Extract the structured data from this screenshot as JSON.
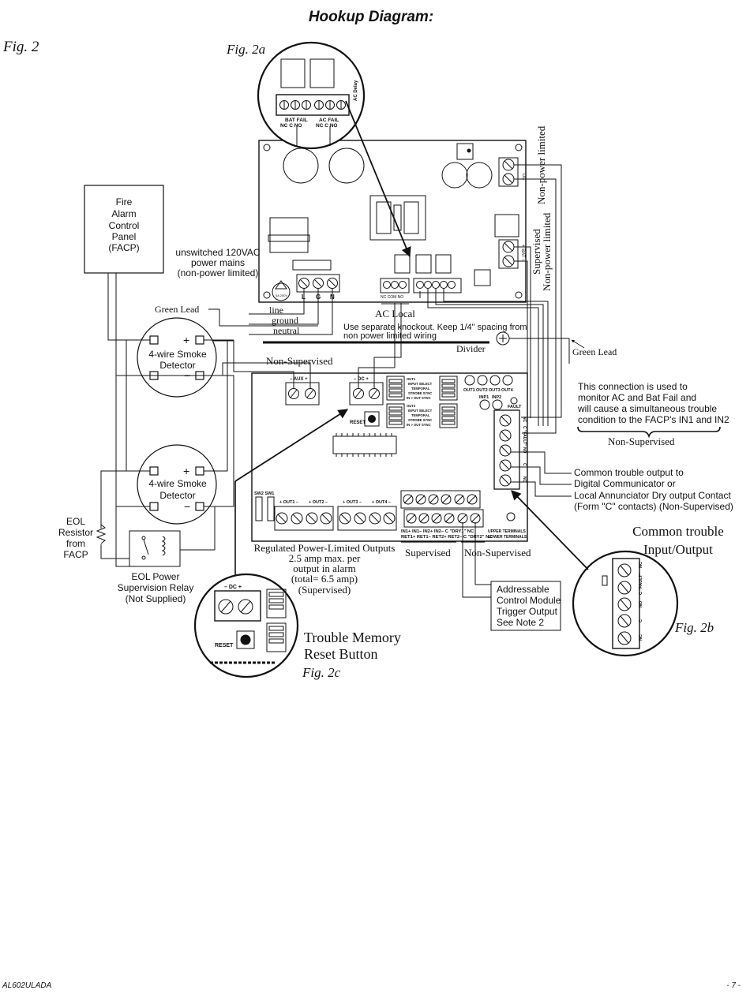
{
  "page": {
    "title": "Hookup Diagram:",
    "fig_main": "Fig. 2",
    "fig_2a": "Fig. 2a",
    "fig_2b": "Fig. 2b",
    "fig_2c": "Fig. 2c",
    "footer_left": "AL602ULADA",
    "footer_right": "- 7 -"
  },
  "labels": {
    "facp": [
      "Fire",
      "Alarm",
      "Control",
      "Panel",
      "(FACP)"
    ],
    "mains": [
      "unswitched 120VAC",
      "power mains",
      "(non-power limited)"
    ],
    "green_lead_left": "Green Lead",
    "green_lead_right": "Green Lead",
    "line": "line",
    "ground": "ground",
    "neutral": "neutral",
    "ac_local": "AC Local",
    "knockout": [
      "Use separate knockout. Keep 1/4\" spacing from",
      "non power limited wiring"
    ],
    "divider": "Divider",
    "non_supervised_top": "Non-Supervised",
    "smoke1": [
      "4-wire Smoke",
      "Detector"
    ],
    "smoke2": [
      "4-wire Smoke",
      "Detector"
    ],
    "eol_resistor": [
      "EOL",
      "Resistor",
      "from",
      "FACP"
    ],
    "eol_relay": [
      "EOL Power",
      "Supervision Relay",
      "(Not Supplied)"
    ],
    "non_power_limited": "Non-power limited",
    "supervised_npl": [
      "Supervised",
      "Non-power limited"
    ],
    "monitor_note": [
      "This connection is used to",
      "monitor AC and Bat Fail and",
      "will cause a simultaneous trouble",
      "condition to the FACP's IN1 and IN2"
    ],
    "non_supervised_right": "Non-Supervised",
    "common_trouble_note": [
      "Common trouble output to",
      "Digital Communicator or",
      "Local Annunciator Dry output Contact",
      "(Form \"C\" contacts) (Non-Supervised)"
    ],
    "common_trouble_io": [
      "Common trouble",
      "Input/Output"
    ],
    "regulated_outputs": [
      "Regulated Power-Limited Outputs",
      "2.5 amp max. per",
      "output in alarm",
      "(total= 6.5 amp)",
      "(Supervised)"
    ],
    "supervised_bottom": "Supervised",
    "non_supervised_bottom": "Non-Supervised",
    "addressable": [
      "Addressable",
      "Control Module",
      "Trigger Output",
      "See Note 2"
    ],
    "trouble_memory": [
      "Trouble Memory",
      "Reset Button"
    ]
  },
  "board_text": {
    "bat_fail": "BAT FAIL",
    "ac_fail": "AC FAIL",
    "nc_c_no": "NC  C  NO",
    "ac_delay": "AC Delay",
    "lgn": [
      "L",
      "G",
      "N"
    ],
    "nc_com_no": "NC COM NO",
    "dc_pm": "DC",
    "bat_pm": "+ BAT –",
    "aux": "– AUX +",
    "dc": "– DC +",
    "reset": "RESET",
    "out_leds": [
      "OUT1",
      "OUT2",
      "OUT3",
      "OUT4"
    ],
    "inp_leds": [
      "INP1",
      "INP2"
    ],
    "fault": "FAULT",
    "sw": "SW2 SW1",
    "outs": [
      "+ OUT1 –",
      "+ OUT2 –",
      "+ OUT3 –",
      "+ OUT4 –"
    ],
    "dip1": [
      "OUT1",
      "INPUT SELECT",
      "TEMPORAL",
      "STROBE SYNC",
      "IN > OUT SYNC"
    ],
    "dip2": [
      "OUT2",
      "INPUT SELECT",
      "TEMPORAL",
      "STROBE SYNC",
      "IN > OUT SYNC"
    ],
    "terms_top": "IN1+ IN1–  IN2+ IN2–  C \"DRY1\" NC",
    "terms_bottom": "RET1+ RET1– RET2+ RET2– C \"DRY2\" NC",
    "upper_terminals": "UPPER TERMINALS",
    "lower_terminals": "LOWER TERMINALS",
    "fault_terms": [
      "NC",
      "C \"FAULT\"",
      "NO",
      "C",
      "NC"
    ],
    "fuse": "5A 250V"
  }
}
